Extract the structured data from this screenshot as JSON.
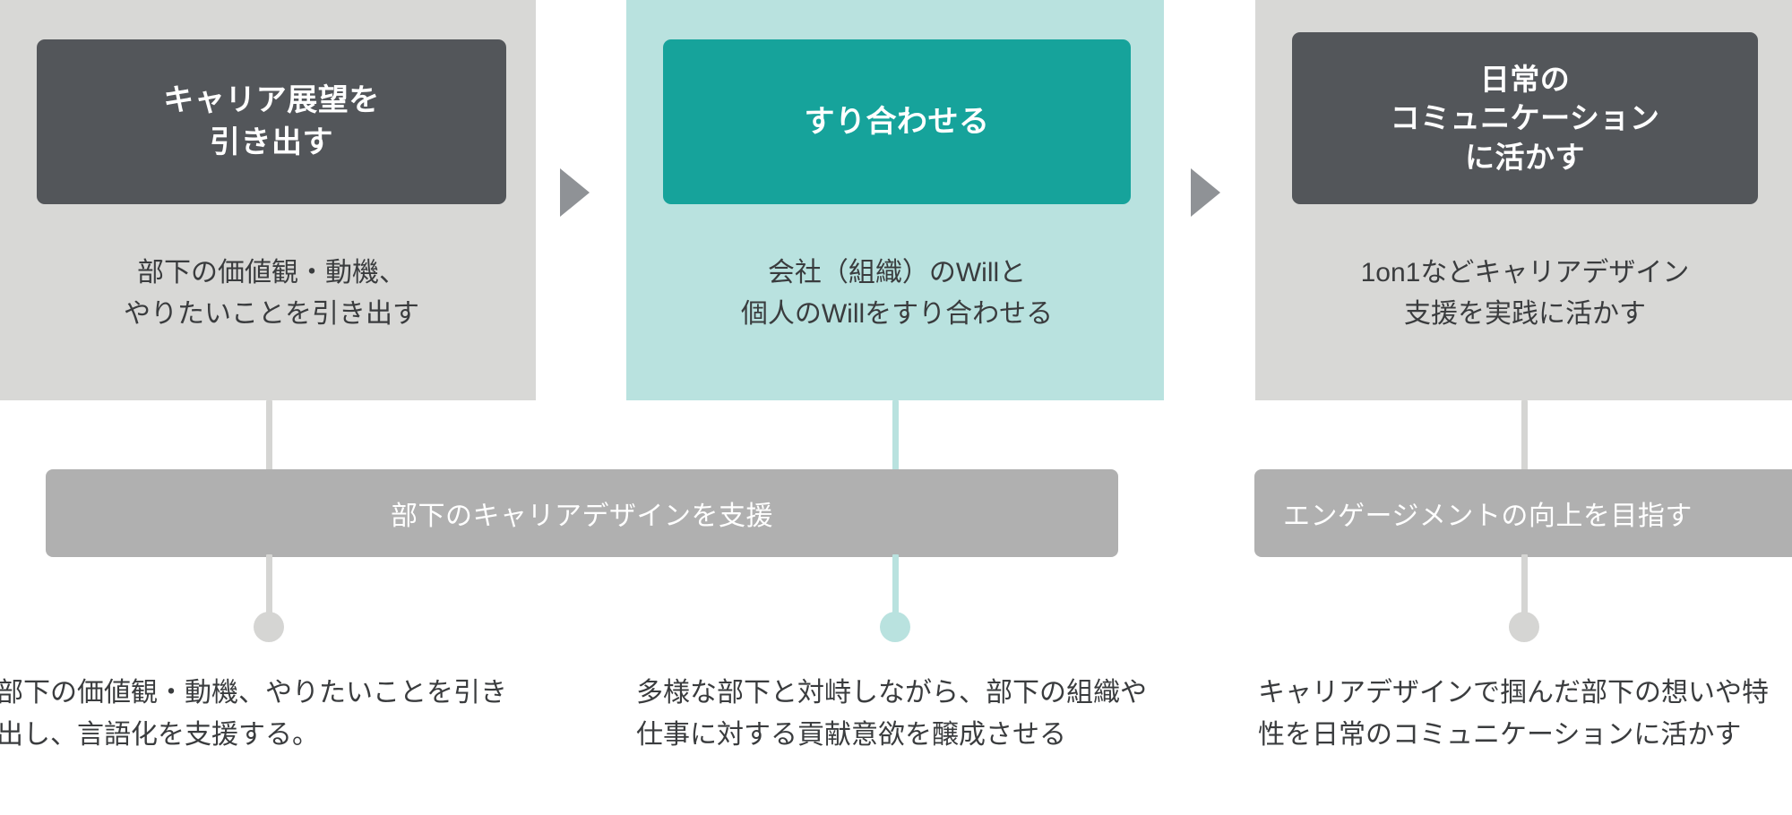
{
  "diagram": {
    "columns": [
      {
        "id": "col-1",
        "panel_color": "#d8d8d6",
        "button": {
          "color": "#53565a",
          "lines": [
            "キャリア展望を",
            "引き出す"
          ]
        },
        "caption_lines": [
          "部下の価値観・動機、",
          "やりたいことを引き出す"
        ],
        "connector_color": "#d5d5d3",
        "dot_color": "#d5d5d3",
        "description": "部下の価値観・動機、やりたいことを引き出し、言語化を支援する。"
      },
      {
        "id": "col-2",
        "panel_color": "#b9e2df",
        "button": {
          "color": "#16a39b",
          "lines": [
            "すり合わせる"
          ]
        },
        "caption_lines": [
          "会社（組織）のWillと",
          "個人のWillをすり合わせる"
        ],
        "connector_color": "#b9e2df",
        "dot_color": "#b9e2df",
        "description": "多様な部下と対峙しながら、部下の組織や仕事に対する貢献意欲を醸成させる"
      },
      {
        "id": "col-3",
        "panel_color": "#d8d8d6",
        "button": {
          "color": "#53565a",
          "lines": [
            "日常の",
            "コミュニケーション",
            "に活かす"
          ]
        },
        "caption_lines": [
          "1on1などキャリアデザイン",
          "支援を実践に活かす"
        ],
        "connector_color": "#d5d5d3",
        "dot_color": "#d5d5d3",
        "description": "キャリアデザインで掴んだ部下の想いや特性を日常のコミュニケーションに活かす"
      }
    ],
    "arrows": [
      {
        "id": "arrow-1",
        "color": "#8f9296",
        "direction": "right"
      },
      {
        "id": "arrow-2",
        "color": "#8f9296",
        "direction": "right"
      }
    ],
    "outcome_bars": [
      {
        "id": "bar-1",
        "label": "部下のキャリアデザインを支援",
        "color": "#b0b0b0"
      },
      {
        "id": "bar-2",
        "label": "エンゲージメントの向上を目指す",
        "color": "#b0b0b0"
      }
    ]
  }
}
